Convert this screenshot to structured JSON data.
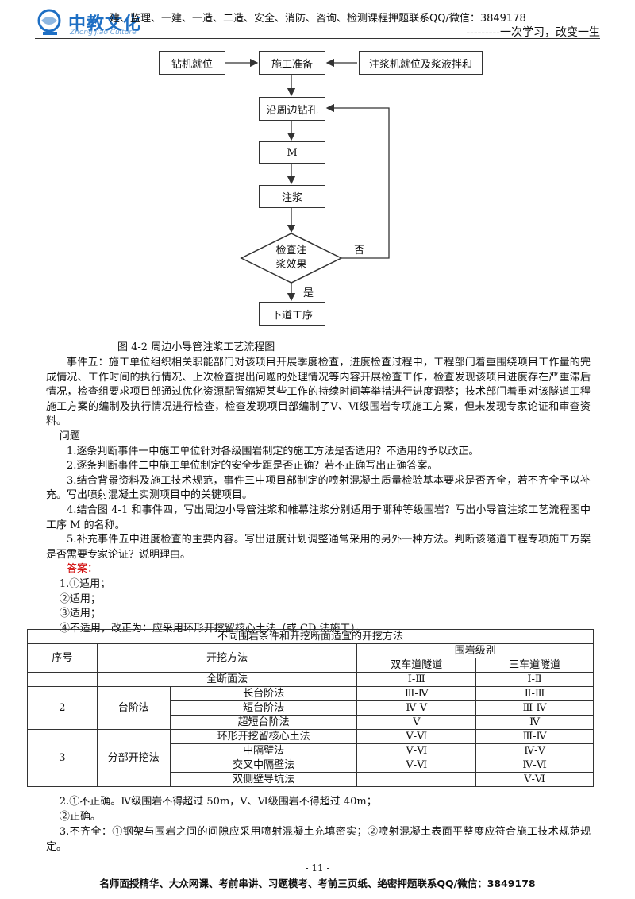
{
  "header": {
    "logo_text": "中教文化",
    "logo_sub": "Zhong Jiao Culture",
    "top_line": "建、监理、一建、一造、二造、安全、消防、咨询、检测课程押题联系QQ/微信：3849178",
    "slogan": "---------一次学习，改变一生"
  },
  "flowchart": {
    "nodes": {
      "drill": "钻机就位",
      "prep": "施工准备",
      "grout_machine": "注浆机就位及浆液拌和",
      "bore": "沿周边钻孔",
      "m": "M",
      "grout": "注浆",
      "check_line1": "检查注",
      "check_line2": "浆效果",
      "next": "下道工序"
    },
    "yes_label": "是",
    "no_label": "否",
    "caption": "图 4-2  周边小导管注浆工艺流程图"
  },
  "text": {
    "event5": "事件五：施工单位组织相关职能部门对该项目开展季度检查，进度检查过程中，工程部门着重围绕项目工作量的完成情况、工作时间的执行情况、上次检查提出问题的处理情况等内容开展检查工作，检查发现该项目进度存在严重滞后情况，检查组要求项目部通过优化资源配置缩短某些工作的持续时间等举措进行进度调整；技术部门着重对该隧道工程施工方案的编制及执行情况进行检查，检查发现项目部编制了Ⅴ、Ⅵ级围岩专项施工方案，但未发现专家论证和审查资料。",
    "questions_title": "问题",
    "q1": "1.逐条判断事件一中施工单位针对各级围岩制定的施工方法是否适用？不适用的予以改正。",
    "q2": "2.逐条判断事件二中施工单位制定的安全步距是否正确？若不正确写出正确答案。",
    "q3": "3.结合背景资料及施工技术规范，事件三中项目部制定的喷射混凝土质量检验基本要求是否齐全，若不齐全予以补充。写出喷射混凝土实测项目中的关键项目。",
    "q4": "4.结合图 4-1 和事件四，写出周边小导管注浆和帷幕注浆分别适用于哪种等级围岩？写出小导管注浆工艺流程图中工序 M 的名称。",
    "q5": "5.补充事件五中进度检查的主要内容。写出进度计划调整通常采用的另外一种方法。判断该隧道工程专项施工方案是否需要专家论证？说明理由。",
    "answer_label": "答案：",
    "a1_1": "1.①适用；",
    "a1_2": "②适用；",
    "a1_3": "③适用；",
    "a1_4": "④不适用，改正为：应采用环形开挖留核心土法（或 CD 法施工）。",
    "a2_1": "2.①不正确。Ⅳ级围岩不得超过 50m，Ⅴ、Ⅵ级围岩不得超过 40m；",
    "a2_2": "②正确。",
    "a3": "3.不齐全：①钢架与围岩之间的间隙应采用喷射混凝土充填密实；②喷射混凝土表面平整度应符合施工技术规范规定。"
  },
  "table": {
    "title": "不同围岩条件和开挖断面适宜的开挖方法",
    "h_no": "序号",
    "h_method": "开挖方法",
    "h_grade": "围岩级别",
    "h_two": "双车道隧道",
    "h_three": "三车道隧道",
    "full_face": {
      "name": "全断面法",
      "two": "Ⅰ-Ⅲ",
      "three": "Ⅰ-Ⅱ"
    },
    "group2": {
      "no": "2",
      "name": "台阶法"
    },
    "bench_long": {
      "name": "长台阶法",
      "two": "Ⅲ-Ⅳ",
      "three": "Ⅱ-Ⅲ"
    },
    "bench_short": {
      "name": "短台阶法",
      "two": "Ⅳ-Ⅴ",
      "three": "Ⅲ-Ⅳ"
    },
    "bench_ultra": {
      "name": "超短台阶法",
      "two": "Ⅴ",
      "three": "Ⅳ"
    },
    "group3": {
      "no": "3",
      "name": "分部开挖法"
    },
    "ring_core": {
      "name": "环形开挖留核心土法",
      "two": "Ⅴ-Ⅵ",
      "three": "Ⅲ-Ⅳ"
    },
    "cd": {
      "name": "中隔壁法",
      "two": "Ⅴ-Ⅵ",
      "three": "Ⅳ-Ⅴ"
    },
    "crd": {
      "name": "交叉中隔壁法",
      "two": "Ⅴ-Ⅵ",
      "three": "Ⅳ-Ⅵ"
    },
    "double_side": {
      "name": "双侧壁导坑法",
      "two": "",
      "three": "Ⅴ-Ⅵ"
    }
  },
  "footer": {
    "page": "- 11 -",
    "line": "名师面授精华、大众网课、考前串讲、习题模考、考前三页纸、绝密押题联系QQ/微信：3849178"
  }
}
